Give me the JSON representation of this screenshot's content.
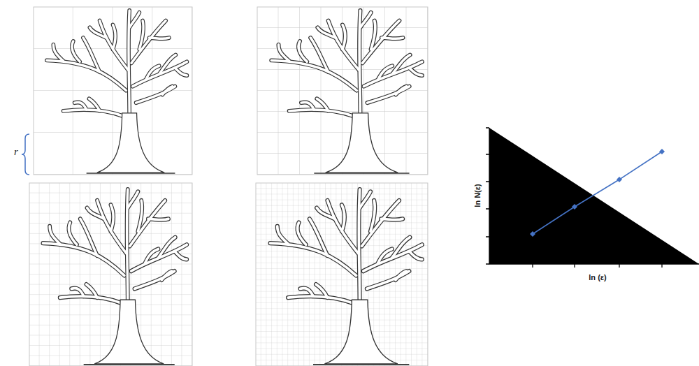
{
  "diagram": {
    "labels": [
      "r",
      "ln N(ε)",
      "ln (ε)"
    ]
  }
}
